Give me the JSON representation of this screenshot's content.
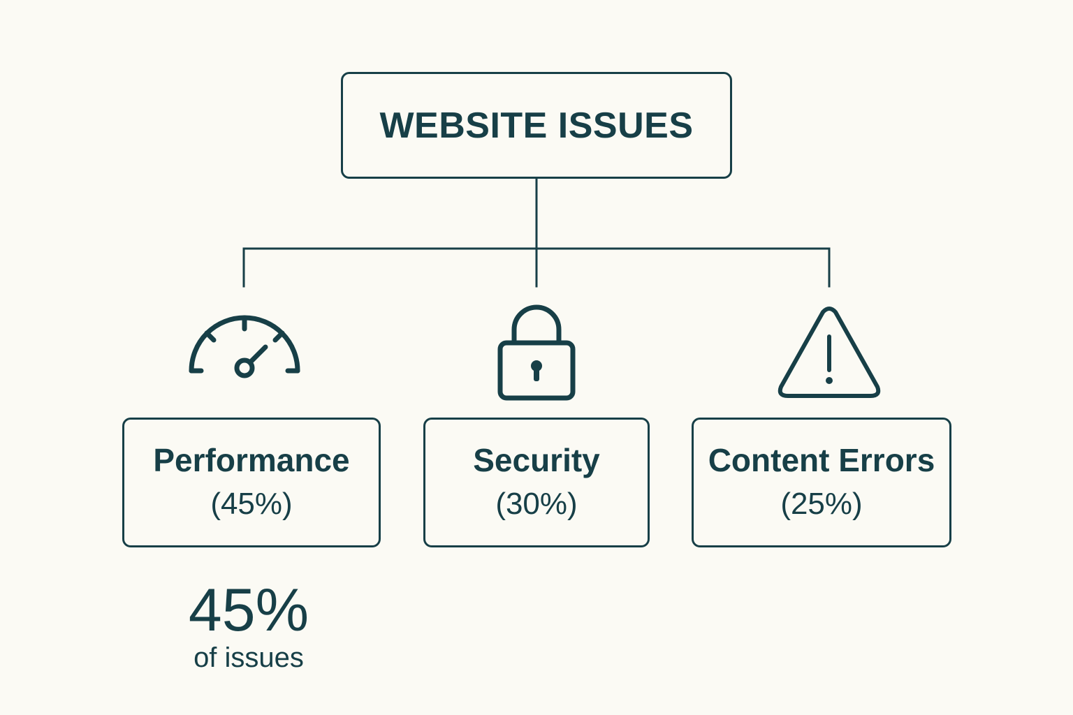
{
  "title": "WEBSITE ISSUES",
  "colors": {
    "ink": "#173f47",
    "background": "#fbfaf4"
  },
  "categories": [
    {
      "name": "Performance",
      "percent_label": "(45%)",
      "share": 45,
      "icon": "speedometer-icon"
    },
    {
      "name": "Security",
      "percent_label": "(30%)",
      "share": 30,
      "icon": "padlock-icon"
    },
    {
      "name": "Content Errors",
      "percent_label": "(25%)",
      "share": 25,
      "icon": "warning-triangle-icon"
    }
  ],
  "callout": {
    "value": "45%",
    "label": "of issues"
  }
}
